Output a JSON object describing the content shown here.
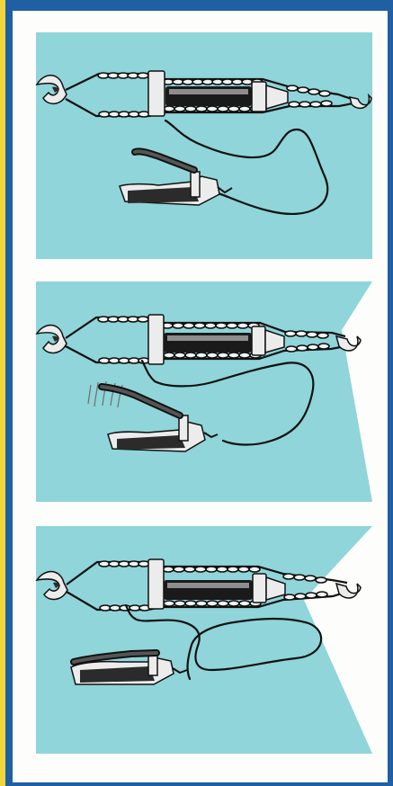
{
  "colors": {
    "frame_blue": "#1f5fa3",
    "edge_yellow": "#f2d53b",
    "page_white": "#fdfdfb",
    "panel_cyan": "#8fd5d9",
    "ink": "#111111"
  },
  "panels": [
    {
      "depicts": "chain-puller-with-hydraulic-pump-handle-raised"
    },
    {
      "depicts": "chain-puller-with-hydraulic-pump-handle-pumping"
    },
    {
      "depicts": "chain-puller-with-hydraulic-pump-handle-lowered"
    }
  ]
}
